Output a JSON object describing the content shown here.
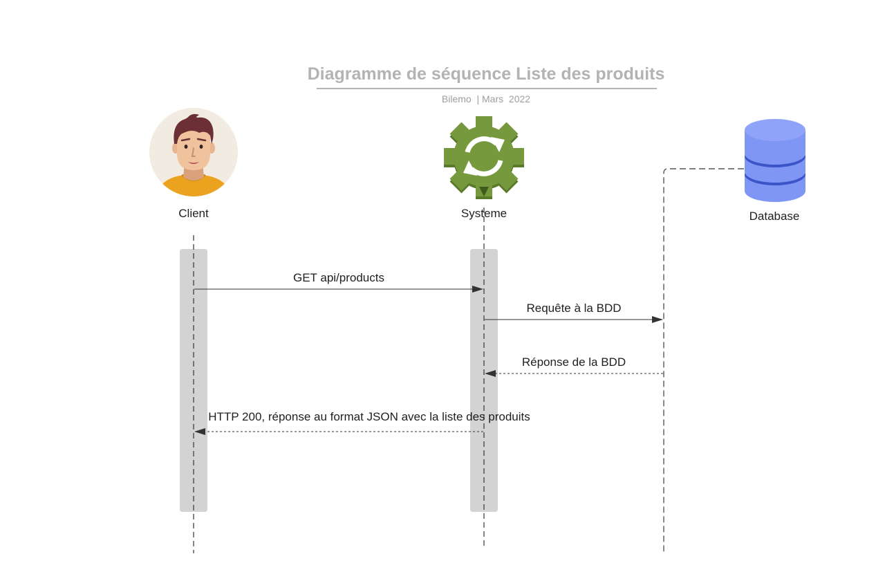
{
  "diagram": {
    "title": "Diagramme de séquence Liste des produits",
    "subtitle": "Bilemo  | Mars  2022"
  },
  "actors": [
    {
      "id": "client",
      "label": "Client",
      "icon": "user-avatar-icon"
    },
    {
      "id": "systeme",
      "label": "Systeme",
      "icon": "gear-refresh-icon"
    },
    {
      "id": "database",
      "label": "Database",
      "icon": "database-icon"
    }
  ],
  "messages": [
    {
      "from": "client",
      "to": "systeme",
      "label": "GET api/products",
      "style": "solid"
    },
    {
      "from": "systeme",
      "to": "database",
      "label": "Requête à la BDD",
      "style": "solid"
    },
    {
      "from": "database",
      "to": "systeme",
      "label": "Réponse de la BDD",
      "style": "dashed"
    },
    {
      "from": "systeme",
      "to": "client",
      "label": "HTTP 200, réponse au format JSON avec la liste des produits",
      "style": "dashed"
    }
  ],
  "colors": {
    "title": "#b3b3b3",
    "activation_bar": "#d3d3d3",
    "gear": "#77993d",
    "database": "#7f96f5",
    "avatar_bg": "#f2ebe1",
    "avatar_shirt": "#eaa21f"
  }
}
